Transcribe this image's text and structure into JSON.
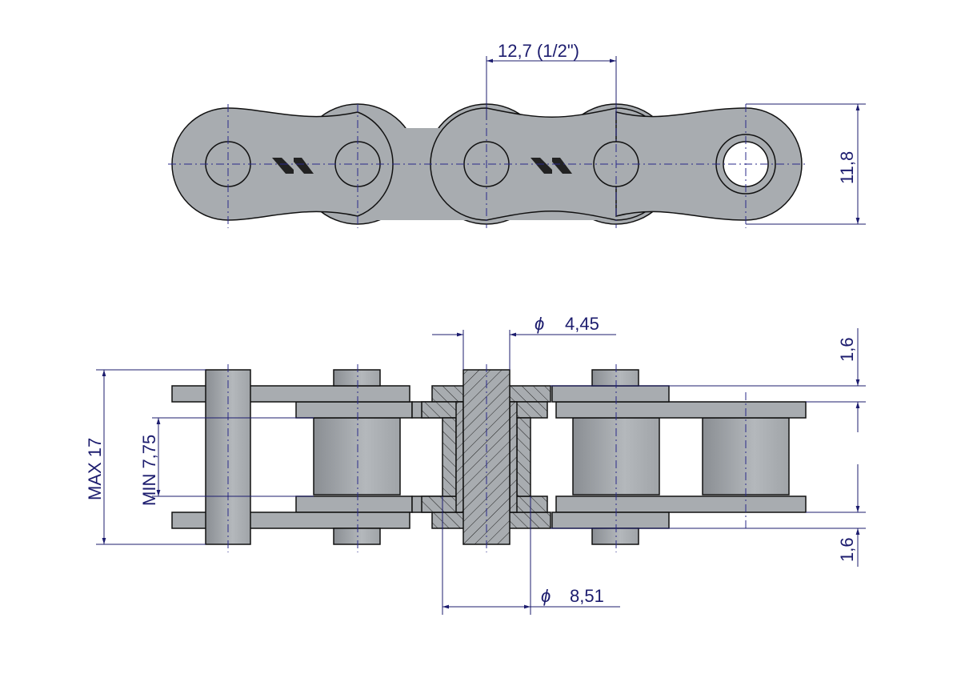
{
  "dimensions": {
    "pitch": "12,7  (1/2\")",
    "plate_height": "11,8",
    "pin_diameter_symbol": "ϕ",
    "pin_diameter": "4,45",
    "plate_thickness_top": "1,6",
    "plate_thickness_bottom": "1,6",
    "max_width": "MAX 17",
    "min_inner_width": "MIN 7,75",
    "roller_diameter_symbol": "ϕ",
    "roller_diameter": "8,51"
  },
  "colors": {
    "part": "#a8acb0",
    "dimension": "#1c1c6e"
  }
}
